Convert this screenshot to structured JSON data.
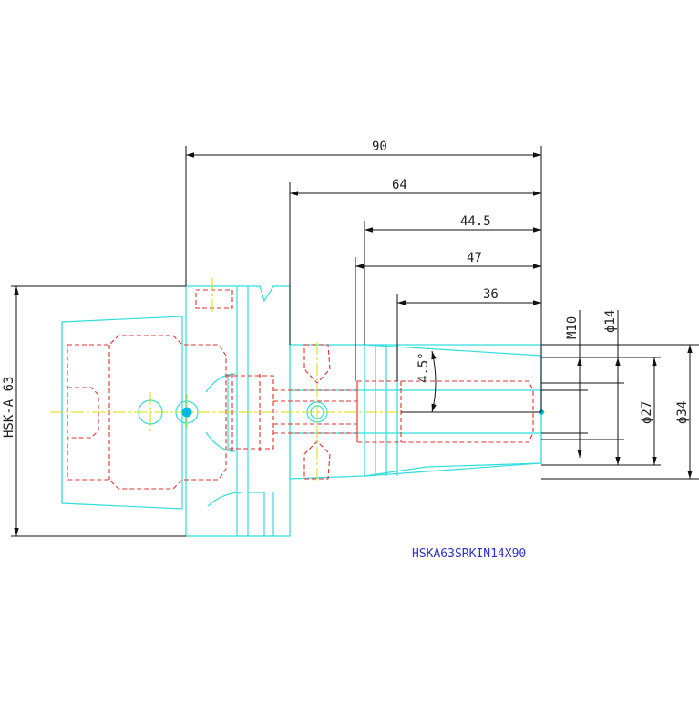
{
  "colors": {
    "outline": "#33dddd",
    "hidden": "#e03030",
    "centerline": "#dddd00",
    "dimension": "#111111",
    "label": "#3333cc",
    "fill_blue": "#00bbdd"
  },
  "dimensions": {
    "length_90": "90",
    "length_64": "64",
    "length_44_5": "44.5",
    "length_47": "47",
    "length_36": "36",
    "angle": "4.5°",
    "hsk": "HSK-A 63",
    "thread": "M10",
    "dia_14": "ϕ14",
    "dia_27": "ϕ27",
    "dia_34": "ϕ34"
  },
  "part_label": "HSKA63SRKIN14X90"
}
